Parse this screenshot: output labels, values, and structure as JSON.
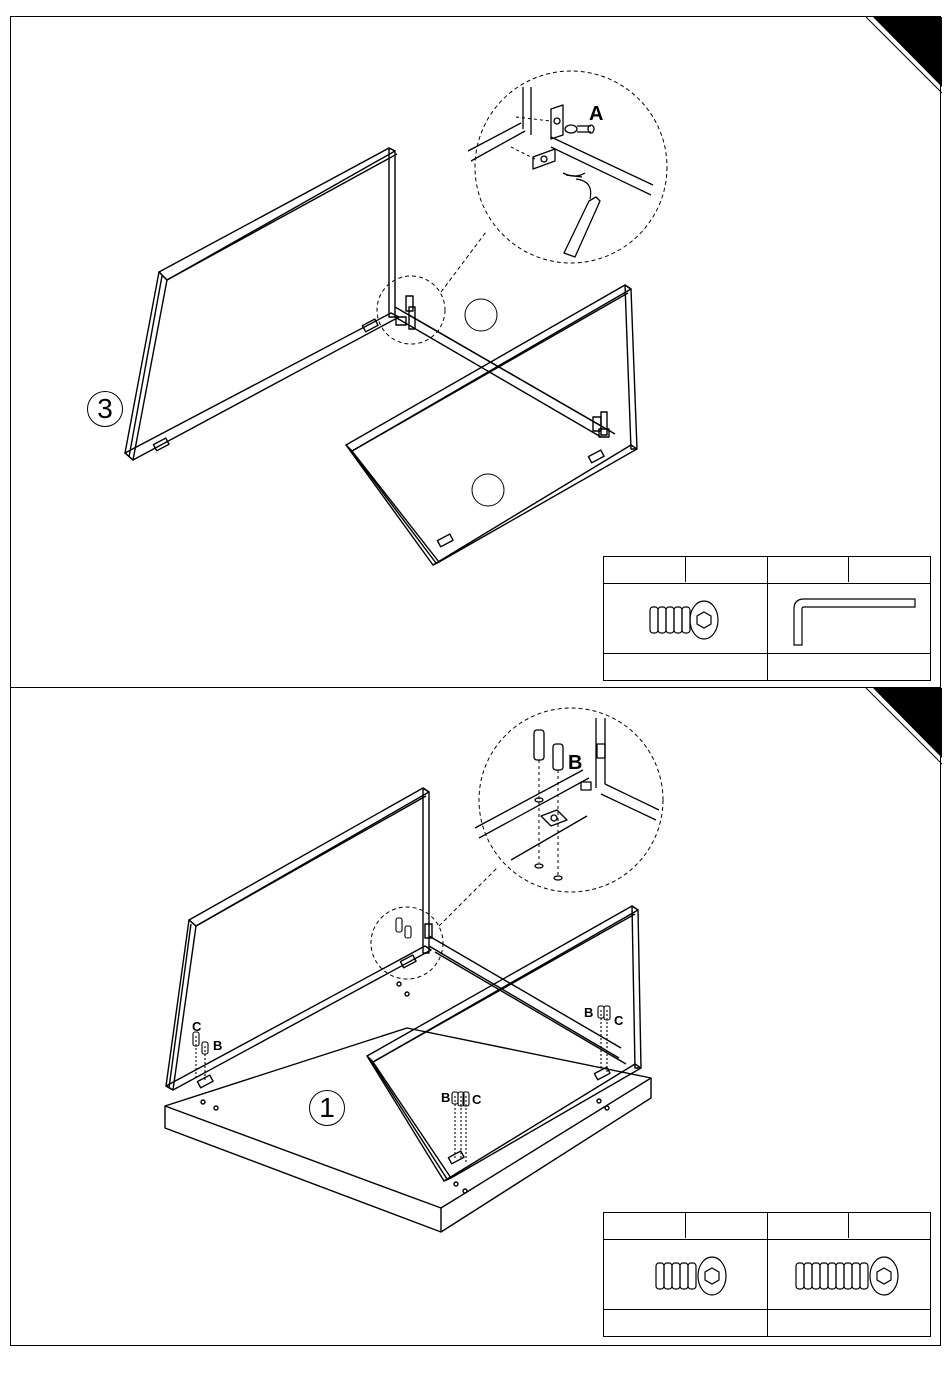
{
  "steps": {
    "step_a": {
      "number": "3",
      "hardware_letter": "A"
    },
    "step_b": {
      "number": "1",
      "hardware_letters": [
        "B",
        "C"
      ]
    }
  },
  "labels": {
    "A": "A",
    "B": "B",
    "C": "C"
  },
  "icons": {
    "corner_marker": "page-corner-triangle-icon",
    "screw_a": "hex-socket-bolt-short-icon",
    "allen_key": "allen-key-icon",
    "screw_b": "hex-socket-bolt-short-icon",
    "screw_c": "hex-socket-bolt-long-icon"
  },
  "colors": {
    "ink": "#000000",
    "paper": "#ffffff"
  }
}
